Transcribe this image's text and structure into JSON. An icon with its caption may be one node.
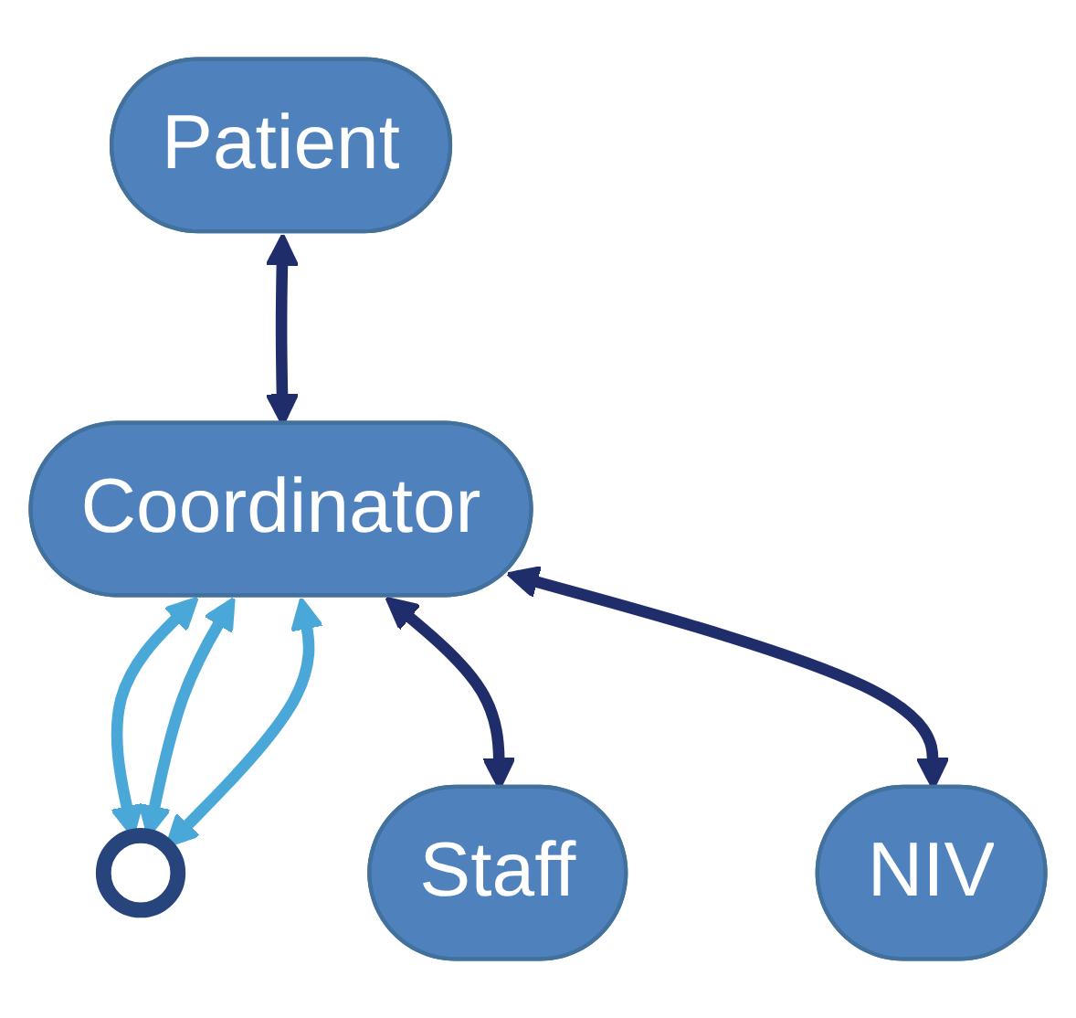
{
  "diagram": {
    "nodes": [
      {
        "text": [
          "Patient"
        ]
      },
      {
        "text": [],
        "shape": "circle"
      },
      {
        "text": [
          "Coordinator"
        ]
      },
      {
        "text": [
          "Staff"
        ]
      },
      {
        "text": [
          "NIV"
        ]
      }
    ],
    "edges": [
      {
        "from": 0,
        "to": 2,
        "arrow": "both"
      },
      {
        "from": 2,
        "to": 1,
        "arrow": "both",
        "color": "#4aa8d8"
      },
      {
        "from": 2,
        "to": 1,
        "arrow": "both",
        "color": "#4aa8d8"
      },
      {
        "from": 2,
        "to": 1,
        "arrow": "both",
        "color": "#4aa8d8"
      },
      {
        "from": 2,
        "to": 3,
        "arrow": "both"
      },
      {
        "from": 2,
        "to": 4,
        "arrow": "both"
      }
    ]
  }
}
